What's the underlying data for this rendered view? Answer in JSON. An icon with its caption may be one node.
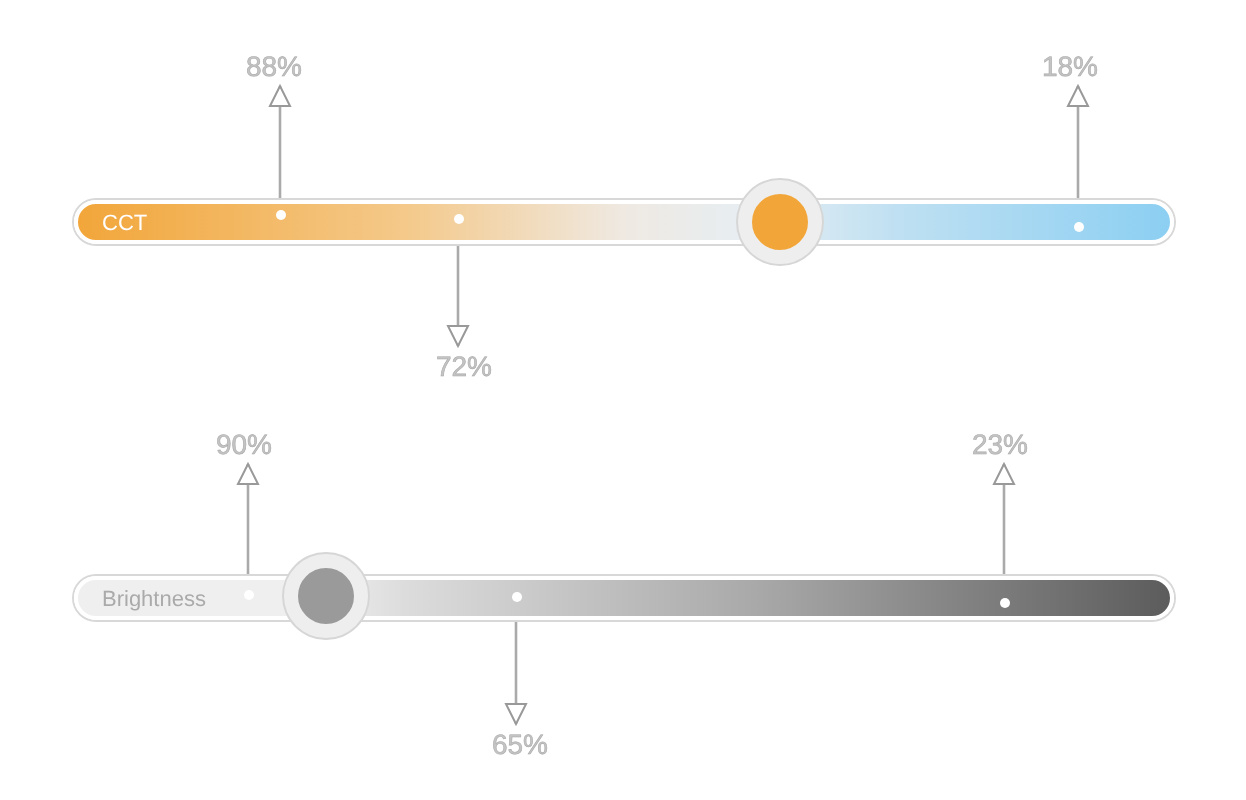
{
  "diagram": {
    "nodes": [
      {
        "text": [
          "CCT"
        ]
      },
      {
        "text": [
          "88%"
        ]
      },
      {
        "text": [],
        "shape": "circle",
        "in": 0
      },
      {
        "text": [
          "72%"
        ]
      },
      {
        "text": [],
        "shape": "circle",
        "in": 0
      },
      {
        "text": [
          "18%"
        ]
      },
      {
        "text": [],
        "shape": "circle",
        "in": 0
      },
      {
        "text": [],
        "shape": "circle"
      },
      {
        "text": [
          "Brightness"
        ]
      },
      {
        "text": [
          "90%"
        ]
      },
      {
        "text": [],
        "shape": "circle",
        "in": 8
      },
      {
        "text": [
          "65%"
        ]
      },
      {
        "text": [],
        "shape": "circle",
        "in": 8
      },
      {
        "text": [
          "23%"
        ]
      },
      {
        "text": [],
        "shape": "circle",
        "in": 8
      },
      {
        "text": [],
        "shape": "circle"
      }
    ],
    "edges": [
      {
        "from": 2,
        "to": 1,
        "arrow": "to"
      },
      {
        "from": 4,
        "to": 3,
        "arrow": "to"
      },
      {
        "from": 6,
        "to": 5,
        "arrow": "to"
      },
      {
        "from": 10,
        "to": 9,
        "arrow": "to"
      },
      {
        "from": 12,
        "to": 11,
        "arrow": "to"
      },
      {
        "from": 14,
        "to": 13,
        "arrow": "to"
      }
    ]
  }
}
